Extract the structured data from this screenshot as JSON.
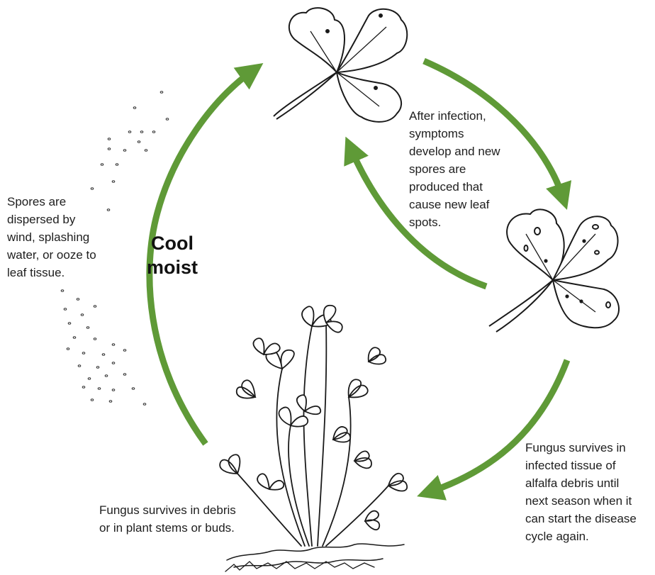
{
  "climate": {
    "line1": "Cool",
    "line2": "moist"
  },
  "stages": {
    "spores_dispersed": {
      "lines": [
        "Spores are",
        "dispersed by",
        "wind, splashing",
        "water, or ooze to",
        "leaf tissue."
      ]
    },
    "after_infection": {
      "lines": [
        "After infection,",
        "symptoms",
        "develop and new",
        "spores are",
        "produced that",
        "cause new leaf",
        "spots."
      ]
    },
    "survive_alfalfa_debris": {
      "lines": [
        "Fungus survives in",
        "infected tissue of",
        "alfalfa debris until",
        "next season when it",
        "can start the disease",
        "cycle again."
      ]
    },
    "survive_debris_stems": {
      "lines": [
        "Fungus survives in debris",
        "or in plant stems or buds."
      ]
    }
  },
  "colors": {
    "arrow": "#5f9a37",
    "ink": "#1a1a1a"
  },
  "icons": [
    "healthy-leaf-icon",
    "spotted-leaf-icon",
    "alfalfa-plant-icon",
    "spores-icon"
  ]
}
